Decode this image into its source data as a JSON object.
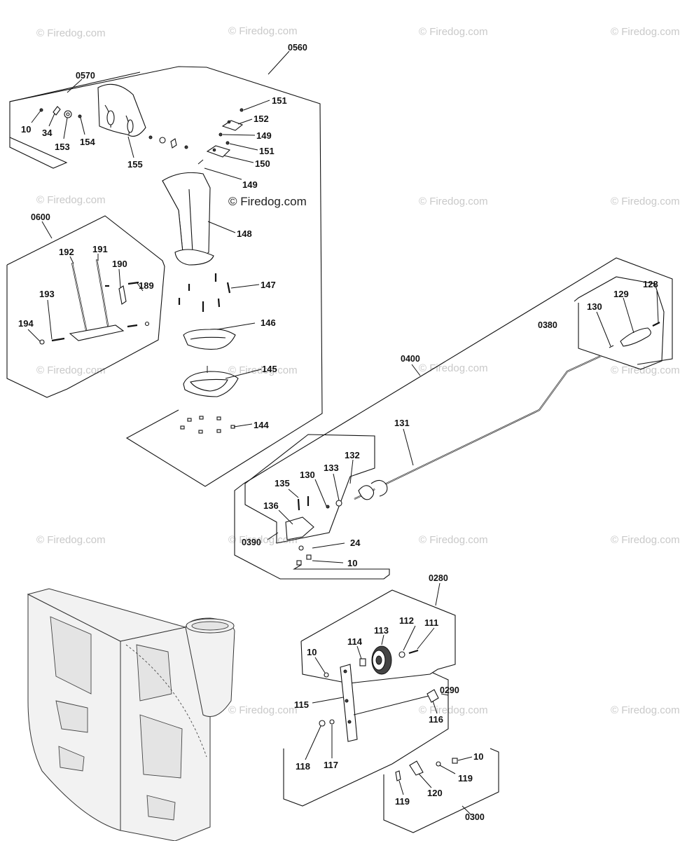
{
  "watermark": {
    "text": "© Firedog.com",
    "center_text": "© Firedog.com"
  },
  "assemblies": {
    "a0560": "0560",
    "a0570": "0570",
    "a0600": "0600",
    "a0380": "0380",
    "a0400": "0400",
    "a0390": "0390",
    "a0280": "0280",
    "a0290": "0290",
    "a0300": "0300"
  },
  "callouts": {
    "p10a": "10",
    "p34": "34",
    "p153": "153",
    "p154": "154",
    "p155": "155",
    "p151a": "151",
    "p152": "152",
    "p149a": "149",
    "p151b": "151",
    "p150": "150",
    "p149b": "149",
    "p148": "148",
    "p147": "147",
    "p146": "146",
    "p145": "145",
    "p144": "144",
    "p192": "192",
    "p191": "191",
    "p190": "190",
    "p189": "189",
    "p193": "193",
    "p194": "194",
    "p128": "128",
    "p129": "129",
    "p130a": "130",
    "p131": "131",
    "p132": "132",
    "p133": "133",
    "p130b": "130",
    "p135": "135",
    "p136": "136",
    "p24": "24",
    "p10b": "10",
    "p112": "112",
    "p111": "111",
    "p113": "113",
    "p114": "114",
    "p10c": "10",
    "p115": "115",
    "p116": "116",
    "p118": "118",
    "p117": "117",
    "p10d": "10",
    "p119a": "119",
    "p119b": "119",
    "p120": "120"
  }
}
